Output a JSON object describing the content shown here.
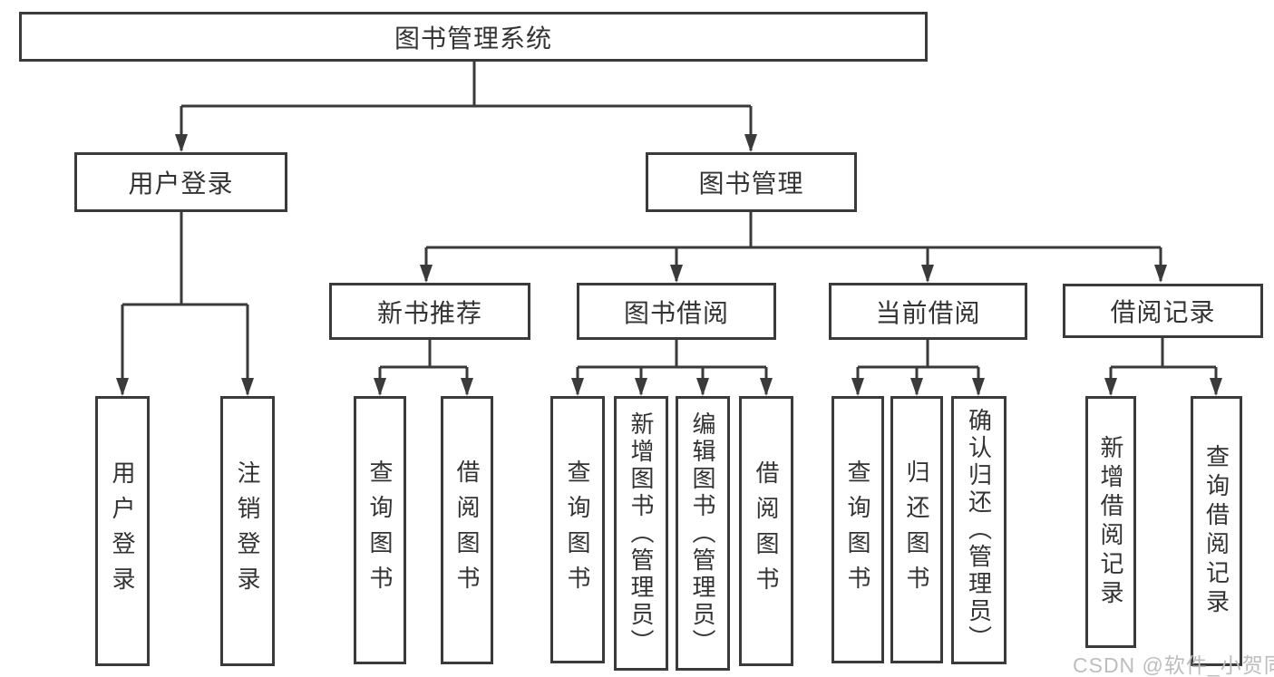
{
  "colors": {
    "line": "#3a3a3a",
    "node_border": "#3a3a3a",
    "text": "#333333",
    "background": "#ffffff",
    "watermark": "#bdbdbd"
  },
  "watermark": "CSDN @软件_小贺同学",
  "tree": {
    "label": "图书管理系统",
    "children": [
      {
        "label": "用户登录",
        "children": [
          {
            "label": "用户登录"
          },
          {
            "label": "注销登录"
          }
        ]
      },
      {
        "label": "图书管理",
        "children": [
          {
            "label": "新书推荐",
            "children": [
              {
                "label": "查询图书"
              },
              {
                "label": "借阅图书"
              }
            ]
          },
          {
            "label": "图书借阅",
            "children": [
              {
                "label": "查询图书"
              },
              {
                "label": "新增图书（管理员）"
              },
              {
                "label": "编辑图书（管理员）"
              },
              {
                "label": "借阅图书"
              }
            ]
          },
          {
            "label": "当前借阅",
            "children": [
              {
                "label": "查询图书"
              },
              {
                "label": "归还图书"
              },
              {
                "label": "确认归还（管理员）"
              }
            ]
          },
          {
            "label": "借阅记录",
            "children": [
              {
                "label": "新增借阅记录"
              },
              {
                "label": "查询借阅记录"
              }
            ]
          }
        ]
      }
    ]
  }
}
